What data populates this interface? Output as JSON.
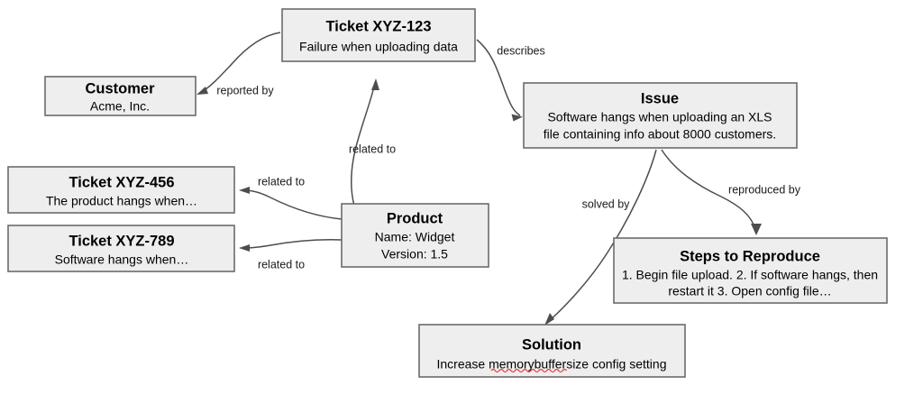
{
  "diagram": {
    "type": "node-link-graph",
    "background_color": "#ffffff",
    "node_fill_color": "#eeeeee",
    "node_border_color": "#6b6b6b",
    "edge_color": "#4d4d4d",
    "spellcheck_underline_color": "#e8403a",
    "nodes": [
      {
        "id": "ticket-xyz-123",
        "title": "Ticket XYZ-123",
        "lines": [
          "Failure when uploading data"
        ]
      },
      {
        "id": "customer",
        "title": "Customer",
        "lines": [
          "Acme, Inc."
        ]
      },
      {
        "id": "issue",
        "title": "Issue",
        "lines": [
          "Software hangs when uploading an XLS",
          "file containing info about 8000 customers."
        ]
      },
      {
        "id": "ticket-xyz-456",
        "title": "Ticket XYZ-456",
        "lines": [
          "The product hangs when…"
        ]
      },
      {
        "id": "ticket-xyz-789",
        "title": "Ticket XYZ-789",
        "lines": [
          "Software hangs when…"
        ]
      },
      {
        "id": "product",
        "title": "Product",
        "lines": [
          "Name: Widget",
          "Version: 1.5"
        ]
      },
      {
        "id": "steps-to-reproduce",
        "title": "Steps to Reproduce",
        "lines": [
          "1. Begin file upload. 2. If software hangs, then",
          "restart it 3. Open config file…"
        ]
      },
      {
        "id": "solution",
        "title": "Solution",
        "lines": [
          "Increase memorybuffersize config setting"
        ]
      }
    ],
    "edges": [
      {
        "id": "describes",
        "label": "describes",
        "from": "ticket-xyz-123",
        "to": "issue"
      },
      {
        "id": "reported-by",
        "label": "reported by",
        "from": "ticket-xyz-123",
        "to": "customer"
      },
      {
        "id": "related-to-product-ticket123",
        "label": "related to",
        "from": "product",
        "to": "ticket-xyz-123"
      },
      {
        "id": "related-to-product-ticket456",
        "label": "related to",
        "from": "product",
        "to": "ticket-xyz-456"
      },
      {
        "id": "related-to-product-ticket789",
        "label": "related to",
        "from": "product",
        "to": "ticket-xyz-789"
      },
      {
        "id": "solved-by",
        "label": "solved by",
        "from": "issue",
        "to": "solution"
      },
      {
        "id": "reproduced-by",
        "label": "reproduced by",
        "from": "issue",
        "to": "steps-to-reproduce"
      }
    ]
  }
}
